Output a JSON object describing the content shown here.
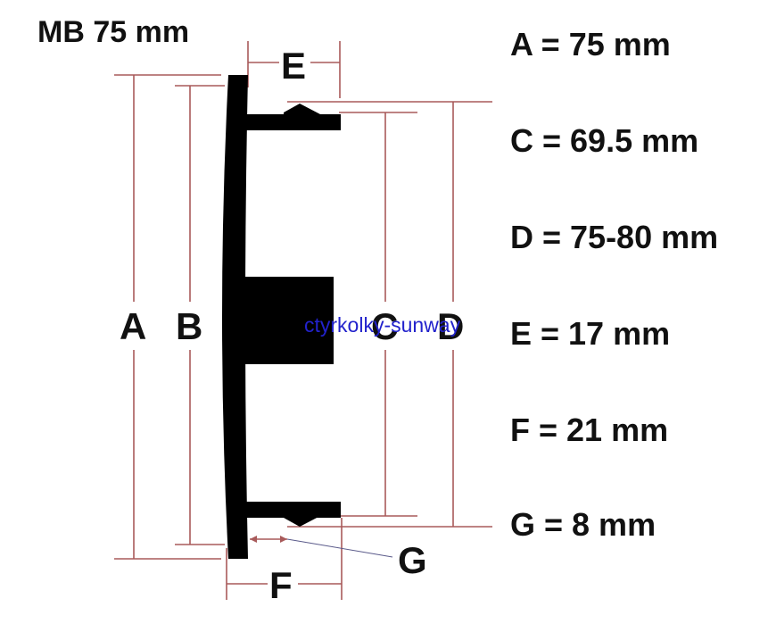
{
  "title": "MB 75 mm",
  "labels": {
    "A": "A",
    "B": "B",
    "C": "C",
    "D": "D",
    "E": "E",
    "F": "F",
    "G": "G"
  },
  "specs": [
    "A = 75 mm",
    "C = 69.5 mm",
    "D = 75-80 mm",
    "E = 17 mm",
    "F = 21 mm",
    "G = 8 mm"
  ],
  "watermark": "ctyrkolky-sunway",
  "colors": {
    "dimension_lines": "#a85a5a",
    "cap": "#000000",
    "watermark": "#2222cc"
  }
}
